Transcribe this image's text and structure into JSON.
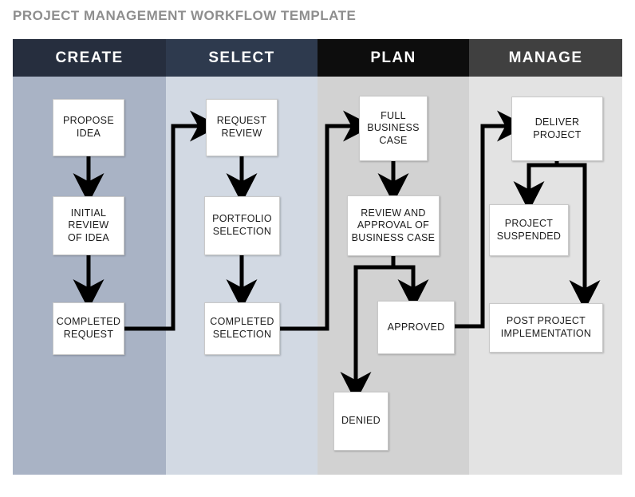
{
  "title": "PROJECT MANAGEMENT WORKFLOW TEMPLATE",
  "title_color": "#8e8e8e",
  "lanes": [
    {
      "id": "create",
      "label": "CREATE",
      "header_color": "#262e3e",
      "body_color": "#a9b3c5"
    },
    {
      "id": "select",
      "label": "SELECT",
      "header_color": "#2e3a4e",
      "body_color": "#d2d9e3"
    },
    {
      "id": "plan",
      "label": "PLAN",
      "header_color": "#0d0d0d",
      "body_color": "#d2d2d2"
    },
    {
      "id": "manage",
      "label": "MANAGE",
      "header_color": "#404040",
      "body_color": "#e3e3e3"
    }
  ],
  "nodes": {
    "propose_idea": "PROPOSE\nIDEA",
    "initial_review": "INITIAL\nREVIEW\nOF IDEA",
    "completed_request": "COMPLETED\nREQUEST",
    "request_review": "REQUEST\nREVIEW",
    "portfolio_selection": "PORTFOLIO\nSELECTION",
    "completed_selection": "COMPLETED\nSELECTION",
    "full_business_case": "FULL\nBUSINESS\nCASE",
    "review_approval": "REVIEW AND\nAPPROVAL OF\nBUSINESS CASE",
    "approved": "APPROVED",
    "denied": "DENIED",
    "deliver_project": "DELIVER\nPROJECT",
    "project_suspended": "PROJECT\nSUSPENDED",
    "post_project": "POST PROJECT\nIMPLEMENTATION"
  },
  "connector_color": "#000000",
  "flow": [
    "propose_idea -> initial_review",
    "initial_review -> completed_request",
    "completed_request -> request_review",
    "request_review -> portfolio_selection",
    "portfolio_selection -> completed_selection",
    "completed_selection -> full_business_case",
    "full_business_case -> review_approval",
    "review_approval -> denied",
    "review_approval -> approved",
    "approved -> deliver_project",
    "deliver_project -> project_suspended",
    "deliver_project -> post_project"
  ]
}
